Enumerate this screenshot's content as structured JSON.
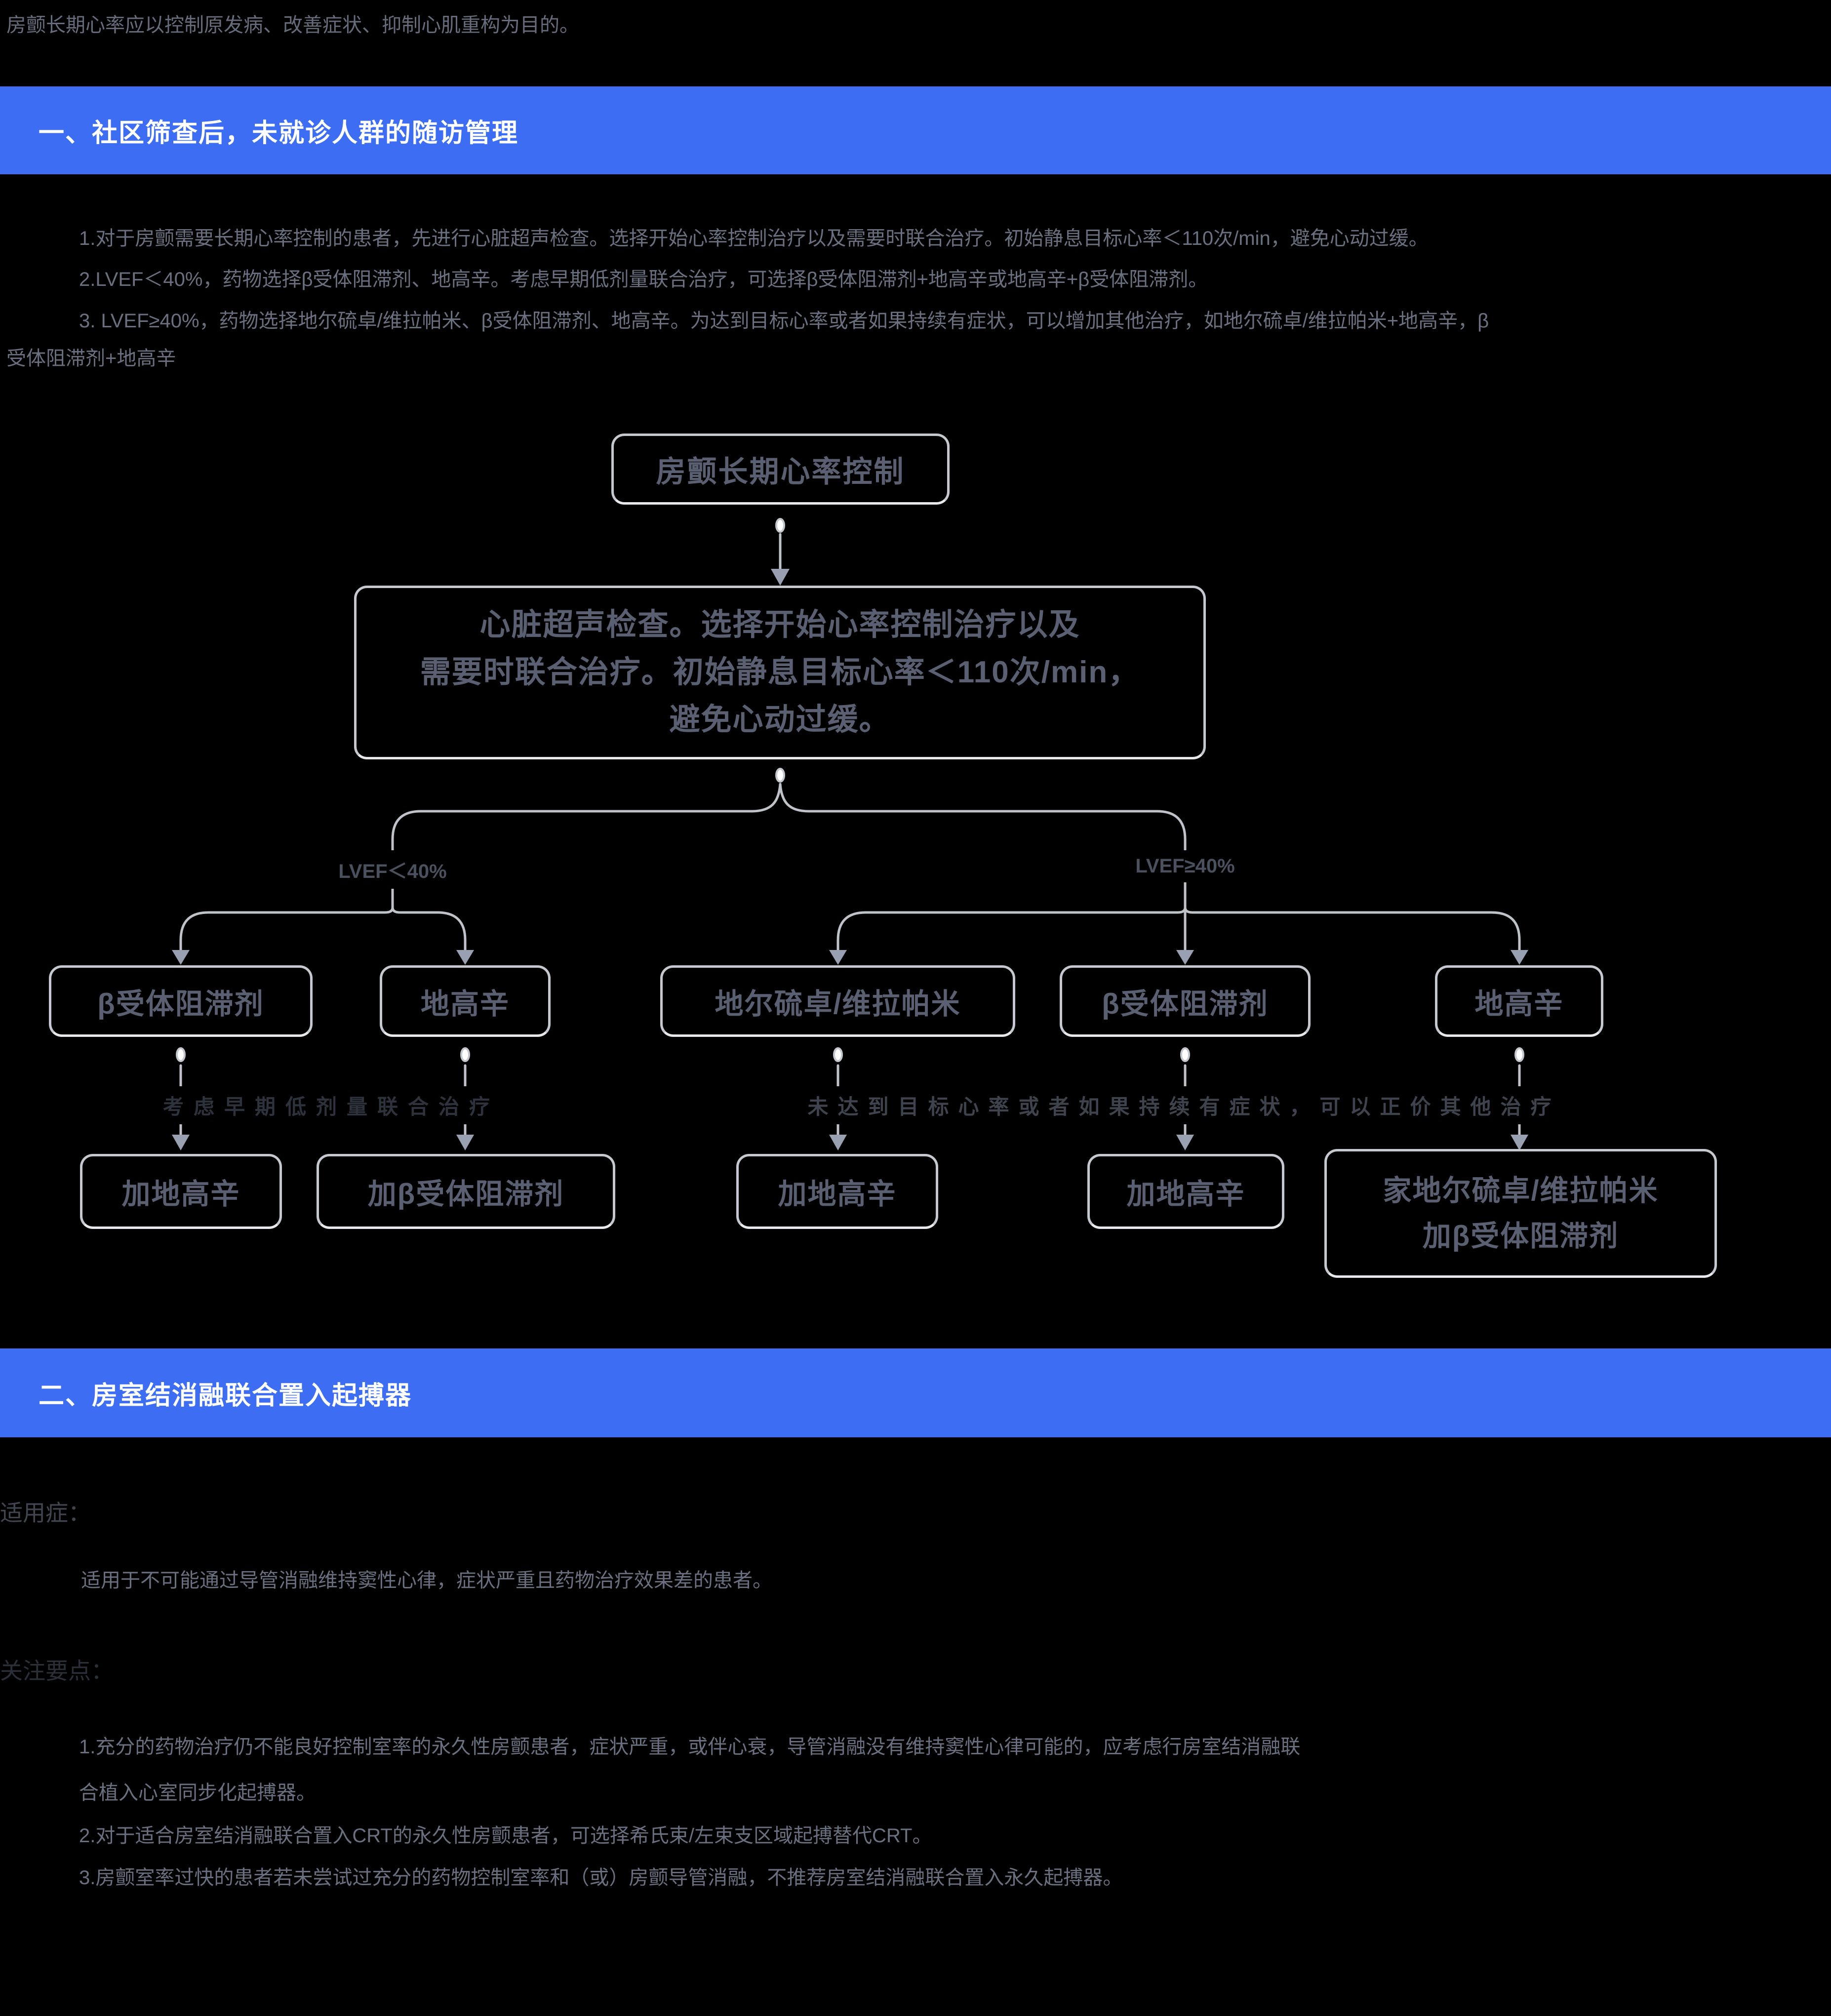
{
  "colors": {
    "accent": "#3D6DF2",
    "wire": "#bfc2c9"
  },
  "intro": "房颤长期心率应以控制原发病、改善症状、抑制心肌重构为目的。",
  "section1": {
    "title": "一、社区筛查后，未就诊人群的随访管理",
    "lines": [
      "1.对于房颤需要长期心率控制的患者，先进行心脏超声检查。选择开始心率控制治疗以及需要时联合治疗。初始静息目标心率＜110次/min，避免心动过缓。",
      "2.LVEF＜40%，药物选择β受体阻滞剂、地高辛。考虑早期低剂量联合治疗，可选择β受体阻滞剂+地高辛或地高辛+β受体阻滞剂。",
      "3. LVEF≥40%，药物选择地尔硫卓/维拉帕米、β受体阻滞剂、地高辛。为达到目标心率或者如果持续有症状，可以增加其他治疗，如地尔硫卓/维拉帕米+地高辛，β",
      "受体阻滞剂+地高辛"
    ]
  },
  "flowchart": {
    "root_label": "房颤长期心率控制",
    "assessment_lines": [
      "心脏超声检查。选择开始心率控制治疗以及",
      "需要时联合治疗。初始静息目标心率＜110次/min，",
      "避免心动过缓。"
    ],
    "left_branch_label": "LVEF＜40%",
    "right_branch_label": "LVEF≥40%",
    "mid_nodes": [
      "β受体阻滞剂",
      "地高辛",
      "地尔硫卓/维拉帕米",
      "β受体阻滞剂",
      "地高辛"
    ],
    "left_note": "考虑早期低剂量联合治疗",
    "right_note": "未达到目标心率或者如果持续有症状，可以正价其他治疗",
    "bottom_nodes": [
      "加地高辛",
      "加β受体阻滞剂",
      "加地高辛",
      "加地高辛"
    ],
    "combo_node_lines": [
      "家地尔硫卓/维拉帕米",
      "加β受体阻滞剂"
    ]
  },
  "section2": {
    "title": "二、房室结消融联合置入起搏器",
    "indication_label": "适用症：",
    "indication_text": "适用于不可能通过导管消融维持窦性心律，症状严重且药物治疗效果差的患者。",
    "points_label": "关注要点：",
    "point_lines": [
      "1.充分的药物治疗仍不能良好控制室率的永久性房颤患者，症状严重，或伴心衰，导管消融没有维持窦性心律可能的，应考虑行房室结消融联",
      "合植入心室同步化起搏器。",
      "2.对于适合房室结消融联合置入CRT的永久性房颤患者，可选择希氏束/左束支区域起搏替代CRT。",
      "3.房颤室率过快的患者若未尝试过充分的药物控制室率和（或）房颤导管消融，不推荐房室结消融联合置入永久起搏器。"
    ]
  }
}
